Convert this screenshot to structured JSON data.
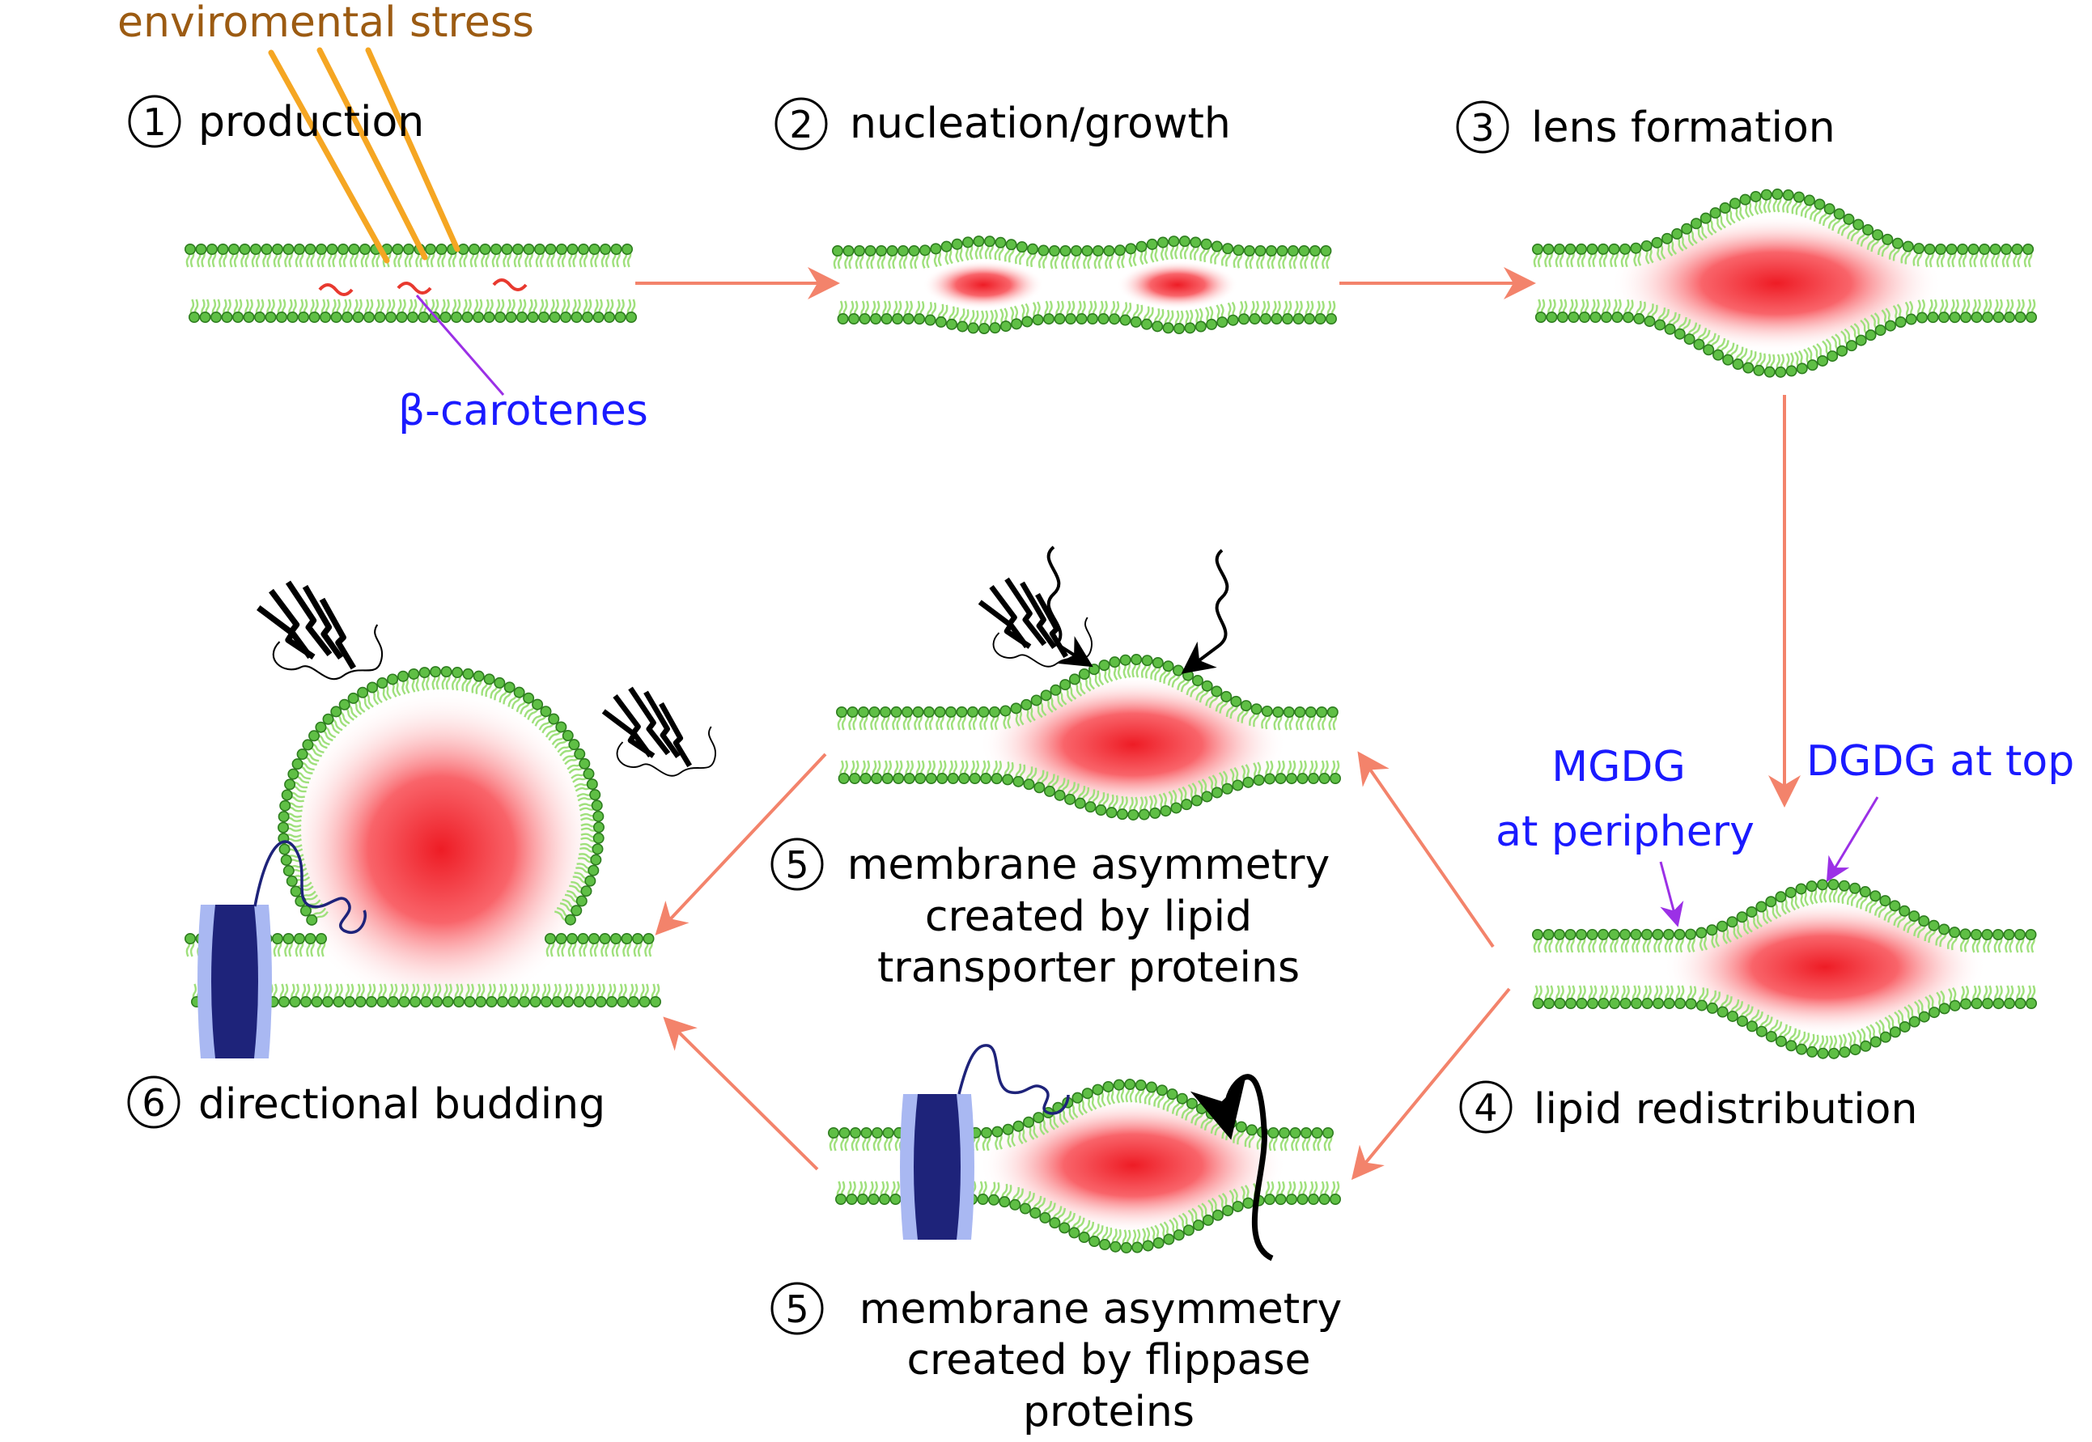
{
  "stress_label": "enviromental stress",
  "carotene_label": "β-carotenes",
  "mgdg_label": [
    "MGDG",
    "at periphery"
  ],
  "dgdg_label": "DGDG at top",
  "steps": {
    "s1": {
      "number": "1",
      "label": "production"
    },
    "s2": {
      "number": "2",
      "label": "nucleation/growth"
    },
    "s3": {
      "number": "3",
      "label": "lens formation"
    },
    "s4": {
      "number": "4",
      "label": "lipid redistribution"
    },
    "s5a": {
      "number": "5",
      "lines": [
        "membrane asymmetry",
        "created by lipid",
        "transporter proteins"
      ]
    },
    "s5b": {
      "number": "5",
      "lines": [
        "membrane asymmetry",
        "created by flippase",
        "proteins"
      ]
    },
    "s6": {
      "number": "6",
      "label": "directional budding"
    }
  },
  "colors": {
    "lipid_head": "#5fbf45",
    "lipid_tail": "#9fe07c",
    "lipid_stroke": "#2e7d1f",
    "droplet_core": "#ee1c25",
    "arrow": "#f3836b",
    "stress_rays": "#f5a623",
    "stress_text": "#9c5b12",
    "pointer": "#9b30e6",
    "blue_text": "#1a1aff",
    "protein_dark": "#1e237a",
    "protein_light": "#a9b8f2",
    "carotene": "#e8392f"
  }
}
